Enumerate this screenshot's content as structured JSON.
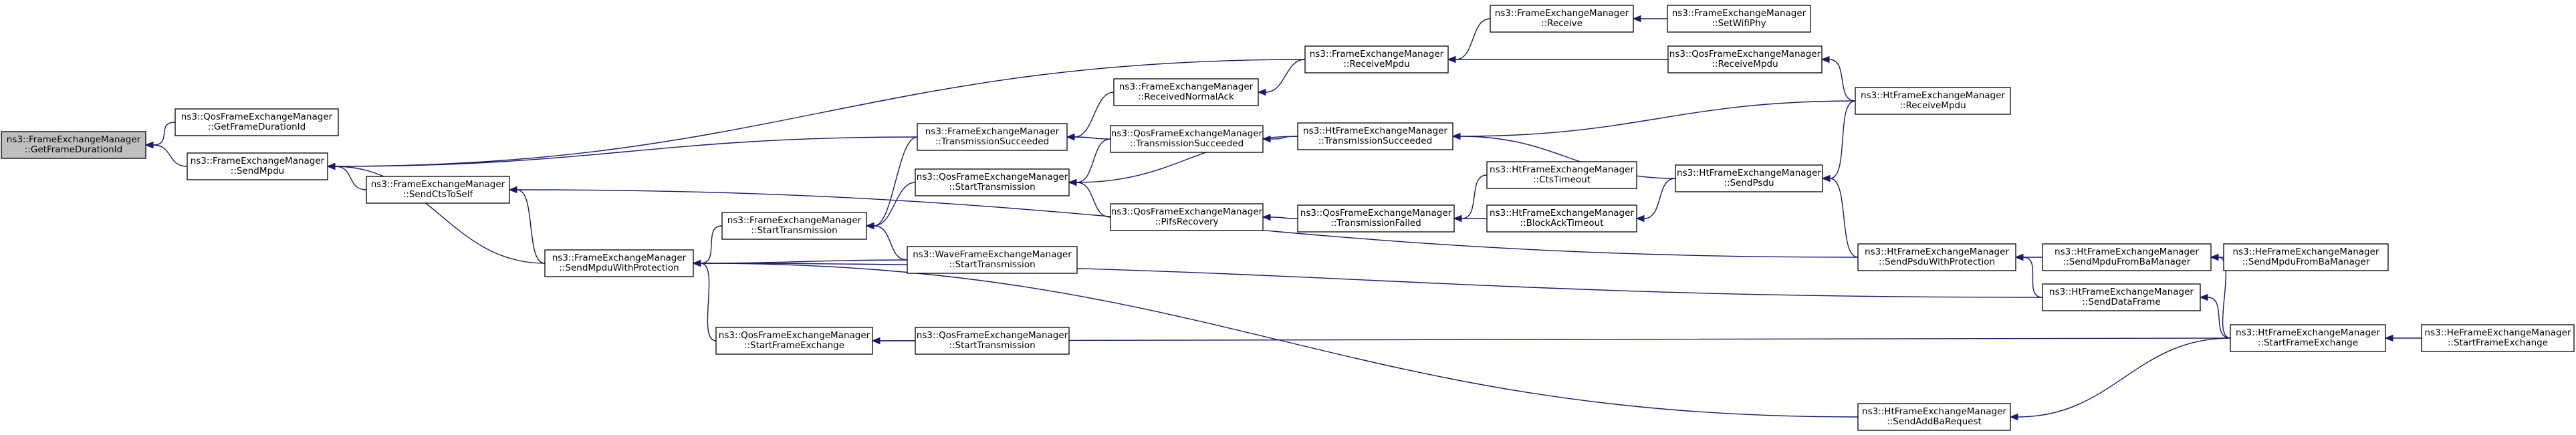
{
  "diagram": {
    "type": "call-graph",
    "nodes": [
      {
        "id": "root",
        "lines": [
          "ns3::FrameExchangeManager",
          "::GetFrameDurationId"
        ],
        "highlight": true
      },
      {
        "id": "qos_getfdi",
        "lines": [
          "ns3::QosFrameExchangeManager",
          "::GetFrameDurationId"
        ]
      },
      {
        "id": "fem_sendmpdu",
        "lines": [
          "ns3::FrameExchangeManager",
          "::SendMpdu"
        ]
      },
      {
        "id": "fem_sendctstoself",
        "lines": [
          "ns3::FrameExchangeManager",
          "::SendCtsToSelf"
        ]
      },
      {
        "id": "fem_sendmpduwp",
        "lines": [
          "ns3::FrameExchangeManager",
          "::SendMpduWithProtection"
        ]
      },
      {
        "id": "fem_starttx",
        "lines": [
          "ns3::FrameExchangeManager",
          "::StartTransmission"
        ]
      },
      {
        "id": "qos_startfe",
        "lines": [
          "ns3::QosFrameExchangeManager",
          "::StartFrameExchange"
        ]
      },
      {
        "id": "fem_txsucc",
        "lines": [
          "ns3::FrameExchangeManager",
          "::TransmissionSucceeded"
        ]
      },
      {
        "id": "qos_starttx1",
        "lines": [
          "ns3::QosFrameExchangeManager",
          "::StartTransmission"
        ]
      },
      {
        "id": "wave_starttx",
        "lines": [
          "ns3::WaveFrameExchangeManager",
          "::StartTransmission"
        ]
      },
      {
        "id": "qos_starttx2",
        "lines": [
          "ns3::QosFrameExchangeManager",
          "::StartTransmission"
        ]
      },
      {
        "id": "fem_recvnack",
        "lines": [
          "ns3::FrameExchangeManager",
          "::ReceivedNormalAck"
        ]
      },
      {
        "id": "qos_txsucc",
        "lines": [
          "ns3::QosFrameExchangeManager",
          "::TransmissionSucceeded"
        ]
      },
      {
        "id": "qos_pifs",
        "lines": [
          "ns3::QosFrameExchangeManager",
          "::PifsRecovery"
        ]
      },
      {
        "id": "fem_recvmpdu",
        "lines": [
          "ns3::FrameExchangeManager",
          "::ReceiveMpdu"
        ]
      },
      {
        "id": "ht_txsucc",
        "lines": [
          "ns3::HtFrameExchangeManager",
          "::TransmissionSucceeded"
        ]
      },
      {
        "id": "qos_txfail",
        "lines": [
          "ns3::QosFrameExchangeManager",
          "::TransmissionFailed"
        ]
      },
      {
        "id": "fem_receive",
        "lines": [
          "ns3::FrameExchangeManager",
          "::Receive"
        ]
      },
      {
        "id": "ht_ctstimeout",
        "lines": [
          "ns3::HtFrameExchangeManager",
          "::CtsTimeout"
        ]
      },
      {
        "id": "ht_blockacktimeout",
        "lines": [
          "ns3::HtFrameExchangeManager",
          "::BlockAckTimeout"
        ]
      },
      {
        "id": "fem_setwifiphy",
        "lines": [
          "ns3::FrameExchangeManager",
          "::SetWifiPhy"
        ]
      },
      {
        "id": "qos_recvmpdu",
        "lines": [
          "ns3::QosFrameExchangeManager",
          "::ReceiveMpdu"
        ]
      },
      {
        "id": "ht_sendpsdu",
        "lines": [
          "ns3::HtFrameExchangeManager",
          "::SendPsdu"
        ]
      },
      {
        "id": "ht_sendpsduwp",
        "lines": [
          "ns3::HtFrameExchangeManager",
          "::SendPsduWithProtection"
        ]
      },
      {
        "id": "ht_sendaddba",
        "lines": [
          "ns3::HtFrameExchangeManager",
          "::SendAddBaRequest"
        ]
      },
      {
        "id": "ht_recvmpdu",
        "lines": [
          "ns3::HtFrameExchangeManager",
          "::ReceiveMpdu"
        ]
      },
      {
        "id": "ht_sendmpdufromba",
        "lines": [
          "ns3::HtFrameExchangeManager",
          "::SendMpduFromBaManager"
        ]
      },
      {
        "id": "ht_senddataframe",
        "lines": [
          "ns3::HtFrameExchangeManager",
          "::SendDataFrame"
        ]
      },
      {
        "id": "ht_startfe",
        "lines": [
          "ns3::HtFrameExchangeManager",
          "::StartFrameExchange"
        ]
      },
      {
        "id": "he_sendmpdufromba",
        "lines": [
          "ns3::HeFrameExchangeManager",
          "::SendMpduFromBaManager"
        ]
      },
      {
        "id": "he_startfe",
        "lines": [
          "ns3::HeFrameExchangeManager",
          "::StartFrameExchange"
        ]
      }
    ],
    "edges": [
      {
        "from": "qos_getfdi",
        "to": "root"
      },
      {
        "from": "fem_sendmpdu",
        "to": "root"
      },
      {
        "from": "fem_sendctstoself",
        "to": "fem_sendmpdu"
      },
      {
        "from": "fem_sendmpduwp",
        "to": "fem_sendmpdu"
      },
      {
        "from": "fem_txsucc",
        "to": "fem_sendmpdu"
      },
      {
        "from": "fem_recvmpdu",
        "to": "fem_sendmpdu"
      },
      {
        "from": "fem_sendmpduwp",
        "to": "fem_sendctstoself"
      },
      {
        "from": "ht_sendpsduwp",
        "to": "fem_sendctstoself"
      },
      {
        "from": "fem_starttx",
        "to": "fem_sendmpduwp"
      },
      {
        "from": "wave_starttx",
        "to": "fem_sendmpduwp"
      },
      {
        "from": "qos_startfe",
        "to": "fem_sendmpduwp"
      },
      {
        "from": "ht_senddataframe",
        "to": "fem_sendmpduwp"
      },
      {
        "from": "ht_sendaddba",
        "to": "fem_sendmpduwp"
      },
      {
        "from": "fem_txsucc",
        "to": "fem_starttx"
      },
      {
        "from": "qos_starttx1",
        "to": "fem_starttx"
      },
      {
        "from": "wave_starttx",
        "to": "fem_starttx"
      },
      {
        "from": "qos_starttx2",
        "to": "qos_startfe"
      },
      {
        "from": "ht_startfe",
        "to": "qos_startfe"
      },
      {
        "from": "fem_recvnack",
        "to": "fem_txsucc"
      },
      {
        "from": "qos_txsucc",
        "to": "fem_txsucc"
      },
      {
        "from": "qos_txsucc",
        "to": "qos_starttx1"
      },
      {
        "from": "ht_txsucc",
        "to": "qos_starttx1"
      },
      {
        "from": "qos_pifs",
        "to": "qos_starttx1"
      },
      {
        "from": "fem_recvmpdu",
        "to": "fem_recvnack"
      },
      {
        "from": "ht_txsucc",
        "to": "qos_txsucc"
      },
      {
        "from": "qos_txfail",
        "to": "qos_pifs"
      },
      {
        "from": "fem_receive",
        "to": "fem_recvmpdu"
      },
      {
        "from": "qos_recvmpdu",
        "to": "fem_recvmpdu"
      },
      {
        "from": "ht_recvmpdu",
        "to": "ht_txsucc"
      },
      {
        "from": "ht_sendpsdu",
        "to": "ht_txsucc"
      },
      {
        "from": "ht_ctstimeout",
        "to": "qos_txfail"
      },
      {
        "from": "ht_blockacktimeout",
        "to": "qos_txfail"
      },
      {
        "from": "fem_setwifiphy",
        "to": "fem_receive"
      },
      {
        "from": "ht_recvmpdu",
        "to": "qos_recvmpdu"
      },
      {
        "from": "ht_sendpsdu",
        "to": "ht_blockacktimeout"
      },
      {
        "from": "ht_recvmpdu",
        "to": "ht_sendpsdu"
      },
      {
        "from": "ht_sendpsduwp",
        "to": "ht_sendpsdu"
      },
      {
        "from": "ht_sendmpdufromba",
        "to": "ht_sendpsduwp"
      },
      {
        "from": "ht_senddataframe",
        "to": "ht_sendpsduwp"
      },
      {
        "from": "ht_startfe",
        "to": "ht_sendaddba"
      },
      {
        "from": "he_sendmpdufromba",
        "to": "ht_sendmpdufromba"
      },
      {
        "from": "ht_startfe",
        "to": "ht_sendmpdufromba"
      },
      {
        "from": "ht_startfe",
        "to": "ht_senddataframe"
      },
      {
        "from": "he_startfe",
        "to": "ht_startfe"
      }
    ]
  },
  "colors": {
    "edge": "#191970",
    "node_border": "#000000",
    "node_fill": "#ffffff",
    "root_fill": "#bfbfbf"
  }
}
